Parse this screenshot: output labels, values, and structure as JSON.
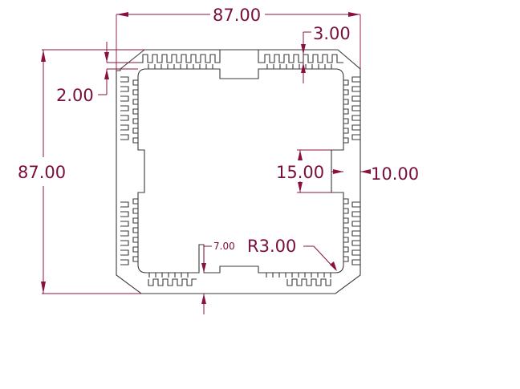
{
  "drawing": {
    "dimensions": {
      "overall_width": "87.00",
      "overall_height": "87.00",
      "fin_height": "3.00",
      "wall_thickness": "2.00",
      "slot_length": "15.00",
      "slot_depth": "10.00",
      "tab_height": "7.00",
      "corner_radius": "R3.00"
    },
    "colors": {
      "profile": "#3a3a3a",
      "dimension": "#8a1040"
    }
  }
}
